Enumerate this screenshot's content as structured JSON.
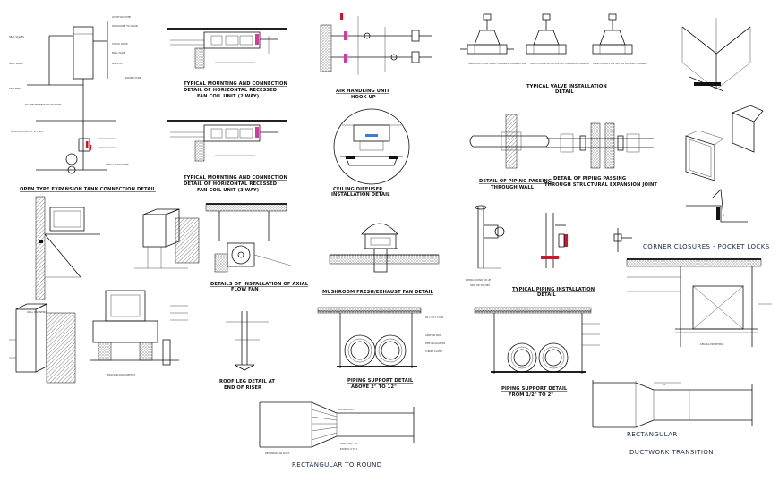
{
  "colors": {
    "ink": "#111111",
    "accent_red": "#d0142a",
    "accent_pink": "#d63aa0",
    "accent_blue": "#3a7bd5",
    "caption_blue": "#1a2a4a"
  },
  "titles": {
    "expansion_tank": "OPEN TYPE EXPANSION TANK CONNECTION DETAIL",
    "fcu_1_line1": "TYPICAL MOUNTING AND CONNECTION",
    "fcu_1_line2": "DETAIL OF HORIZONTAL RECESSED",
    "fcu_1_line3": "FAN COIL UNIT (2 WAY)",
    "fcu_2_line1": "TYPICAL MOUNTING AND CONNECTION",
    "fcu_2_line2": "DETAIL OF HORIZONTAL RECESSED",
    "fcu_2_line3": "FAN COIL UNIT (3 WAY)",
    "ahu_line1": "AIR HANDLING UNIT",
    "ahu_line2": "HOOK UP",
    "valve_line1": "TYPICAL VALVE INSTALLATION",
    "valve_line2": "DETAIL",
    "ceiling_diffuser_line1": "CEILING DIFFUSER",
    "ceiling_diffuser_line2": "INSTALLATION DETAIL",
    "pipe_wall_line1": "DETAIL OF PIPING PASSING",
    "pipe_wall_line2": "THROUGH WALL",
    "pipe_joint_line1": "DETAIL OF PIPING PASSING",
    "pipe_joint_line2": "THROUGH STRUCTURAL EXPANSION JOINT",
    "corner_closures": "CORNER CLOSURES - POCKET LOCKS",
    "axial_fan_line1": "DETAILS OF INSTALLATION OF AXIAL",
    "axial_fan_line2": "FLOW FAN",
    "mushroom_fan": "MUSHROOM FRESH/EXHAUST FAN DETAIL",
    "typical_piping_line1": "TYPICAL PIPING INSTALLATION",
    "typical_piping_line2": "DETAIL",
    "wall_mounting": "WALL MOUNTING",
    "block_support": "BLOCK/BLOCK SUPPORT",
    "roof_leg_line1": "ROOF LEG DETAIL AT",
    "roof_leg_line2": "END OF RISER",
    "pipe_support_1_line1": "PIPING SUPPORT DETAIL",
    "pipe_support_1_line2": "ABOVE 2\" TO 12\"",
    "pipe_support_2_line1": "PIPING SUPPORT DETAIL",
    "pipe_support_2_line2": "FROM 1/2\" TO 2\"",
    "ceiling_mounting": "CEILING MOUNTING",
    "round_duct": "ROUND DUCT",
    "rectangular_duct": "RECTANGULAR DUCT",
    "slope_line1": "SLOPE NOT TO",
    "slope_line2": "EXCEED 4 TO 1",
    "rect_to_round": "RECTANGULAR TO ROUND",
    "rectangular": "RECTANGULAR",
    "ductwork_transition": "DUCTWORK TRANSITION",
    "dim_35": "35"
  },
  "valve_labels": [
    "VALVES UPTO OR 50MM THREADED CONNECTION",
    "VALVES OVER 50 ON 300 MM THREADED FLANGED",
    "VALVES ABOVE ON 300 MM WELDED FLANGED"
  ],
  "small_labels": {
    "tank_left": [
      "SEAL VALVES",
      "GATE VALVE",
      "STRAINER"
    ],
    "tank_right": [
      "OVERFLOW PIPE",
      "DISCHARGE TO DRAIN",
      "CHECK VALVE",
      "BALL VALVE",
      "MAKE UP",
      "RAISED CURB"
    ],
    "tank_bottom": [
      "TO THE NEAREST DRAIN POINT",
      "RELEASE POINT OF SYSTEM",
      "CIRCULATION PUMP"
    ],
    "piping_dims": [
      "PIPING ROUND OR UP",
      "SIDE OR 200 MM"
    ],
    "pipe_support": [
      "50 x 50 x 5 MM",
      "ANCHOR BOLT",
      "PIPE INSULATION",
      "U-BOLT CLAMP"
    ]
  }
}
